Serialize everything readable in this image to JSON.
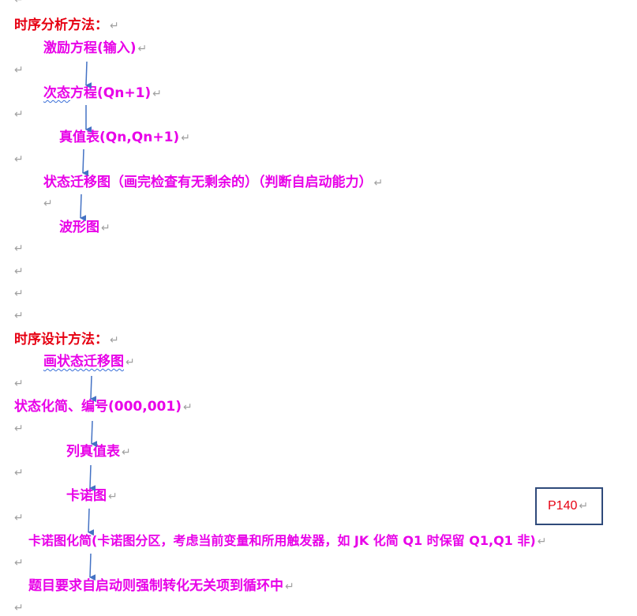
{
  "paragraph_mark": "↵",
  "analysis": {
    "heading": "时序分析方法：",
    "step1": "激励方程(输入)",
    "step2_a": "次态",
    "step2_b": "方程(Qn+1)",
    "step3": "真值表(Qn,Qn+1)",
    "step4": "状态迁移图（画完检查有无剩余的）（判断自启动能力）",
    "step5": "波形图"
  },
  "design": {
    "heading": "时序设计方法：",
    "step1": "画状态迁移图",
    "step2": "状态化简、编号(000,001)",
    "step3": "列真值表",
    "step4": "卡诺图",
    "step5": "卡诺图化简(卡诺图分区，考虑当前变量和所用触发器，如 JK 化简 Q1 时保留 Q1,Q1 非)",
    "step6": "题目要求自启动则强制转化无关项到循环中"
  },
  "note": "P140"
}
